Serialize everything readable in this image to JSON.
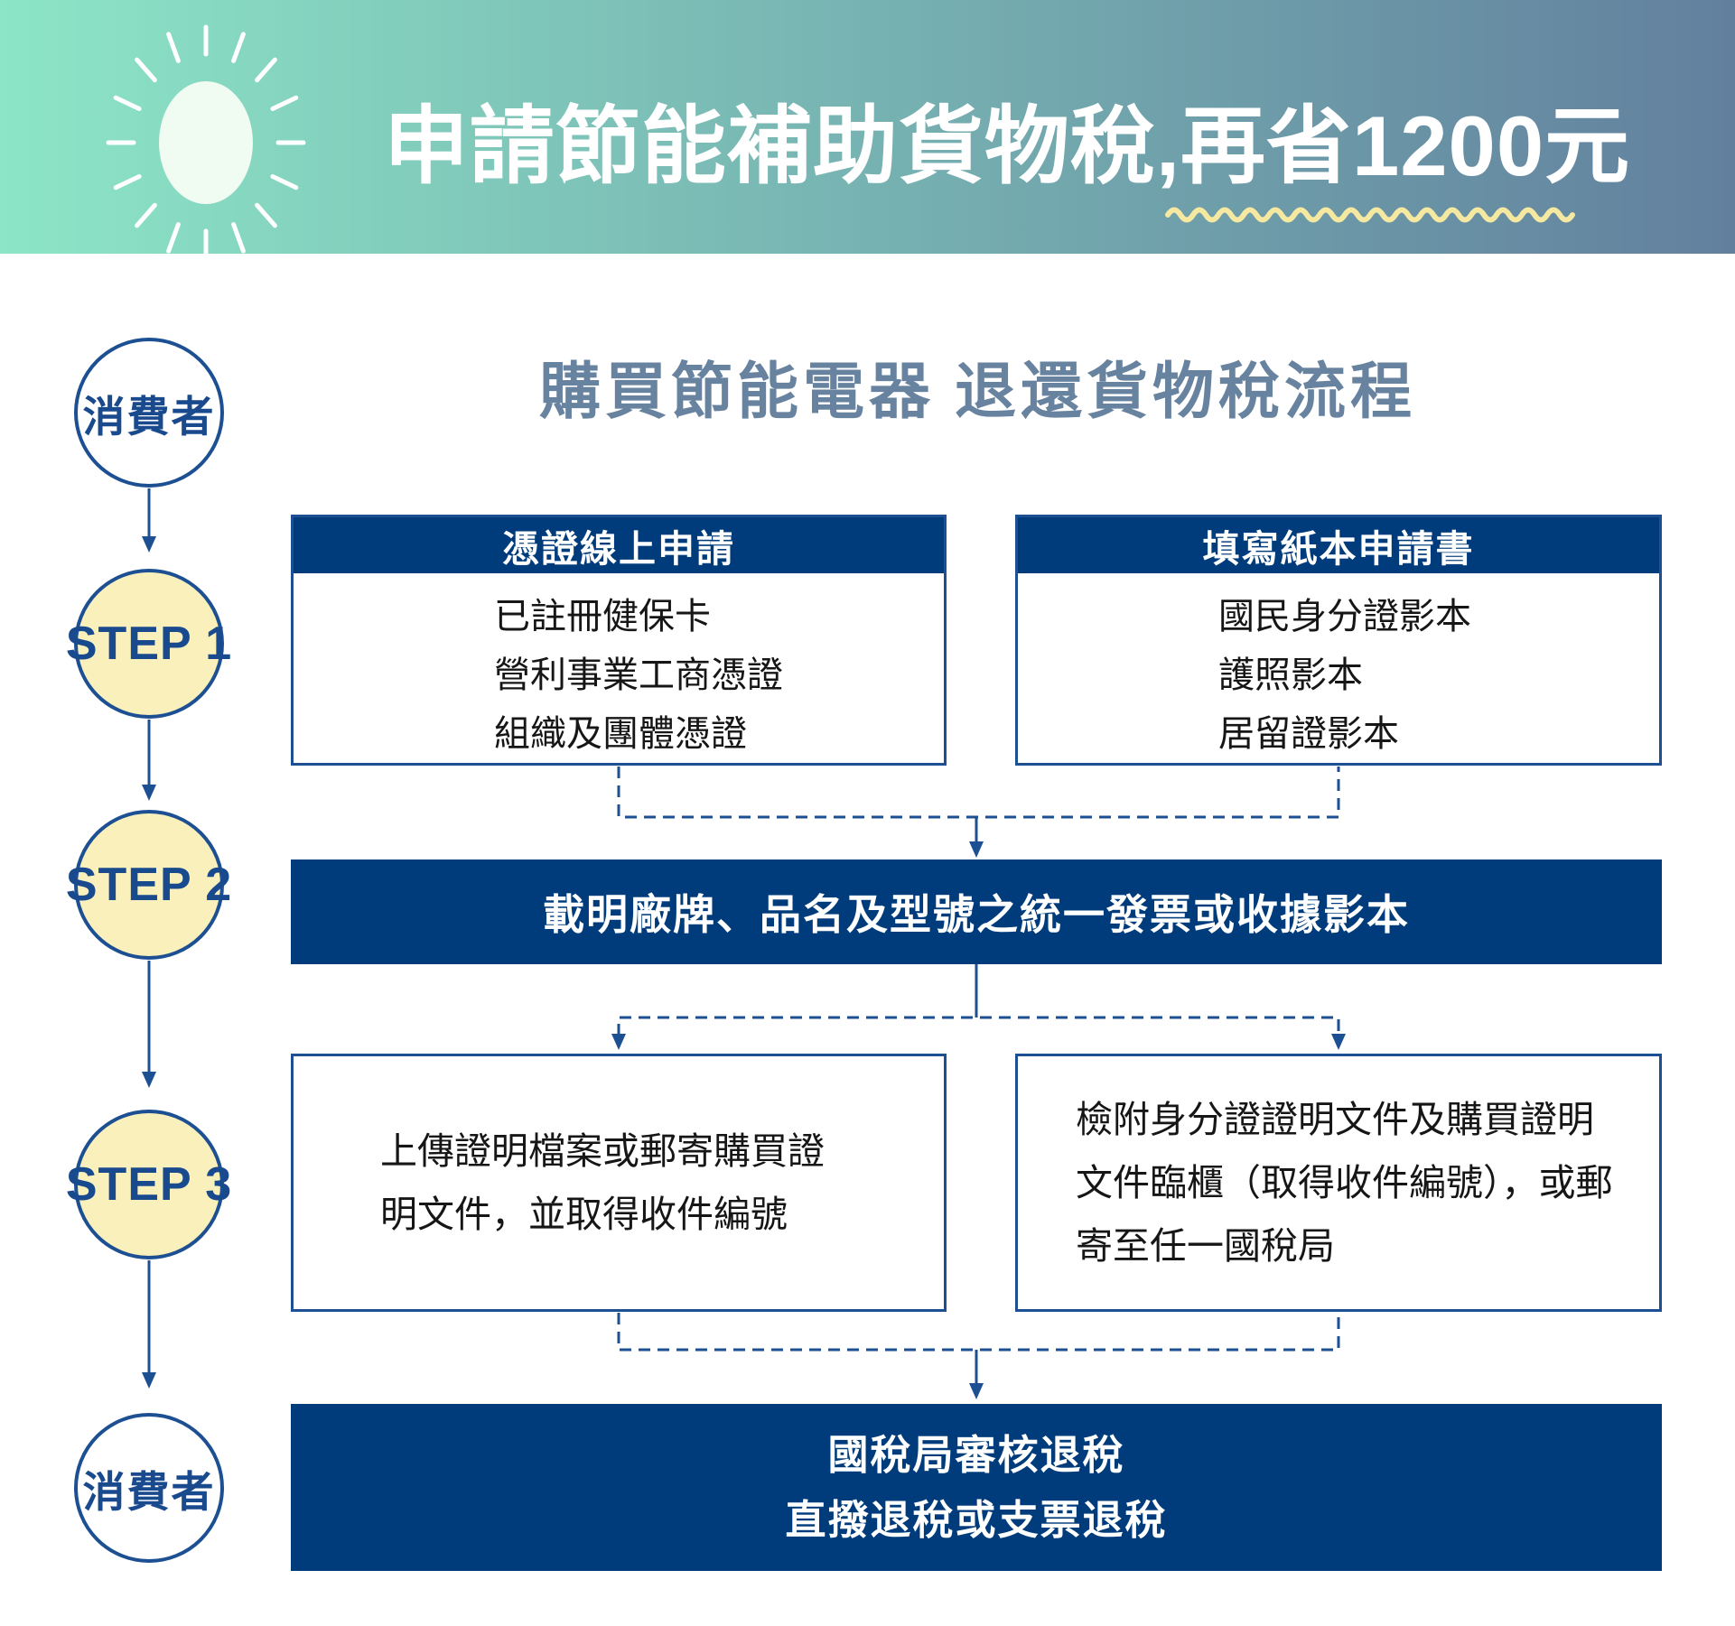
{
  "theme": {
    "navy": "#003c7b",
    "line-navy": "#1d4f93",
    "step-text": "#1a4a8e",
    "circle-yellow": "#faf0bc",
    "underline-yellow": "#f5e8a0",
    "header-mint": "#8ce5c6",
    "header-slate": "#62809e",
    "subtitle-slate": "#68839f",
    "body-text": "#161616",
    "sun-white": "#f0fbf2"
  },
  "header": {
    "title": "申請節能補助貨物稅,再省1200元"
  },
  "flow": {
    "title": "購買節能電器 退還貨物稅流程",
    "rail": [
      {
        "label": "消費者"
      },
      {
        "label": "STEP 1"
      },
      {
        "label": "STEP 2"
      },
      {
        "label": "STEP 3"
      },
      {
        "label": "消費者"
      }
    ],
    "step1": {
      "online_box": {
        "header": "憑證線上申請",
        "items": [
          "已註冊健保卡",
          "營利事業工商憑證",
          "組織及團體憑證"
        ]
      },
      "paper_box": {
        "header": "填寫紙本申請書",
        "items": [
          "國民身分證影本",
          "護照影本",
          "居留證影本"
        ]
      }
    },
    "step2": {
      "label": "載明廠牌、品名及型號之統一發票或收據影本"
    },
    "step3": {
      "upload_box": {
        "text": "上傳證明檔案或郵寄購買證明文件，並取得收件編號"
      },
      "counter_box": {
        "text": "檢附身分證證明文件及購買證明文件臨櫃（取得收件編號），或郵寄至任一國稅局"
      }
    },
    "result": {
      "lines": [
        "國稅局審核退稅",
        "直撥退稅或支票退稅"
      ]
    }
  }
}
